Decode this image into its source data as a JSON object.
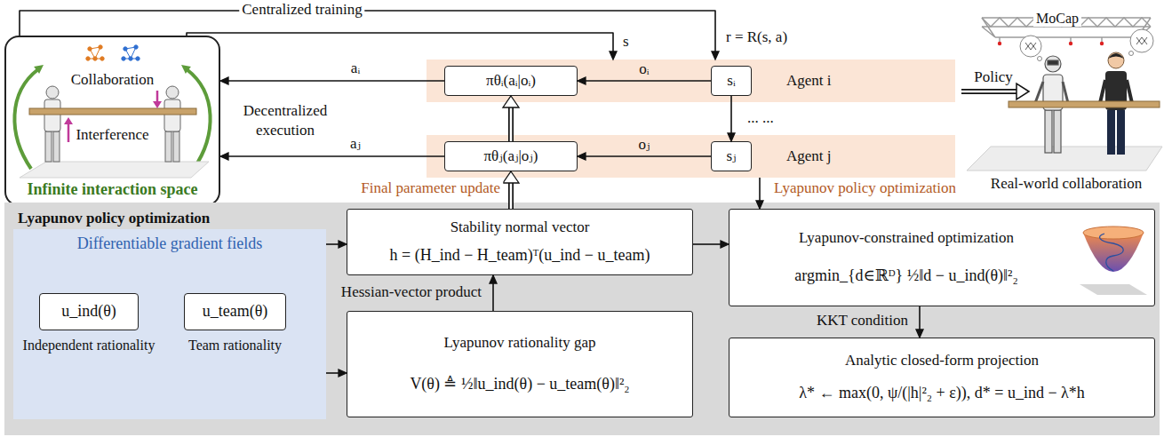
{
  "diagram": {
    "nodes": [
      {
        "text": [
          "Collaboration",
          "Interference",
          "Infinite interaction space"
        ]
      },
      {
        "text": [
          "Agent i"
        ]
      },
      {
        "text": [
          "πθᵢ(aᵢ|oᵢ)"
        ],
        "in": 1
      },
      {
        "text": [
          "sᵢ"
        ],
        "in": 1
      },
      {
        "text": [
          "Agent j"
        ]
      },
      {
        "text": [
          "πθⱼ(aⱼ|oⱼ)"
        ],
        "in": 4
      },
      {
        "text": [
          "sⱼ"
        ],
        "in": 4
      },
      {
        "text": [
          "Lyapunov policy optimization"
        ]
      },
      {
        "text": [
          "Differentiable gradient fields"
        ],
        "in": 7
      },
      {
        "text": [
          "u_ind(θ)",
          "Independent rationality"
        ],
        "in": 8
      },
      {
        "text": [
          "u_team(θ)",
          "Team rationality"
        ],
        "in": 8
      },
      {
        "text": [
          "Stability normal vector",
          "h = (H_ind − H_team)ᵀ(u_ind − u_team)"
        ],
        "in": 7
      },
      {
        "text": [
          "Lyapunov rationality gap",
          "V(θ) ≜ ½‖u_ind(θ) − u_team(θ)‖²₂"
        ],
        "in": 7
      },
      {
        "text": [
          "Lyapunov-constrained optimization",
          "argmin_{d∈ℝᴰ} ½‖d − u_ind(θ)‖²₂"
        ],
        "in": 7
      },
      {
        "text": [
          "Analytic closed-form projection",
          "λ* ← max(0, ψ/(|h|²₂ + ε)), d* = u_ind − λ*h"
        ],
        "in": 7
      }
    ],
    "edges": [
      {
        "from": 0,
        "to": 1,
        "label": "s",
        "arrow": "to"
      },
      {
        "from": 0,
        "to": 1,
        "label": "r = R(s, a)",
        "arrow": "to"
      },
      {
        "from": 3,
        "to": 2,
        "label": "oᵢ",
        "arrow": "to"
      },
      {
        "from": 2,
        "to": 0,
        "label": "aᵢ",
        "arrow": "to"
      },
      {
        "from": 3,
        "to": 6,
        "arrow": "to"
      },
      {
        "from": 6,
        "to": 5,
        "label": "oⱼ",
        "arrow": "to"
      },
      {
        "from": 5,
        "to": 0,
        "label": "aⱼ",
        "arrow": "to"
      },
      {
        "from": 5,
        "to": 2,
        "arrow": "to"
      },
      {
        "from": 11,
        "to": 5,
        "label": "Final parameter update",
        "arrow": "to"
      },
      {
        "from": 4,
        "to": 13,
        "label": "Lyapunov policy optimization",
        "arrow": "to"
      },
      {
        "from": 8,
        "to": 11,
        "arrow": "to"
      },
      {
        "from": 8,
        "to": 12,
        "arrow": "to"
      },
      {
        "from": 11,
        "to": 13,
        "arrow": "to"
      },
      {
        "from": 12,
        "to": 11,
        "label": "Hessian-vector product",
        "arrow": "to"
      },
      {
        "from": 13,
        "to": 14,
        "label": "KKT condition",
        "arrow": "to"
      }
    ],
    "labels": [
      "Centralized training",
      "Decentralized execution",
      "... ...",
      "Policy",
      "MoCap",
      "Real-world collaboration"
    ]
  }
}
